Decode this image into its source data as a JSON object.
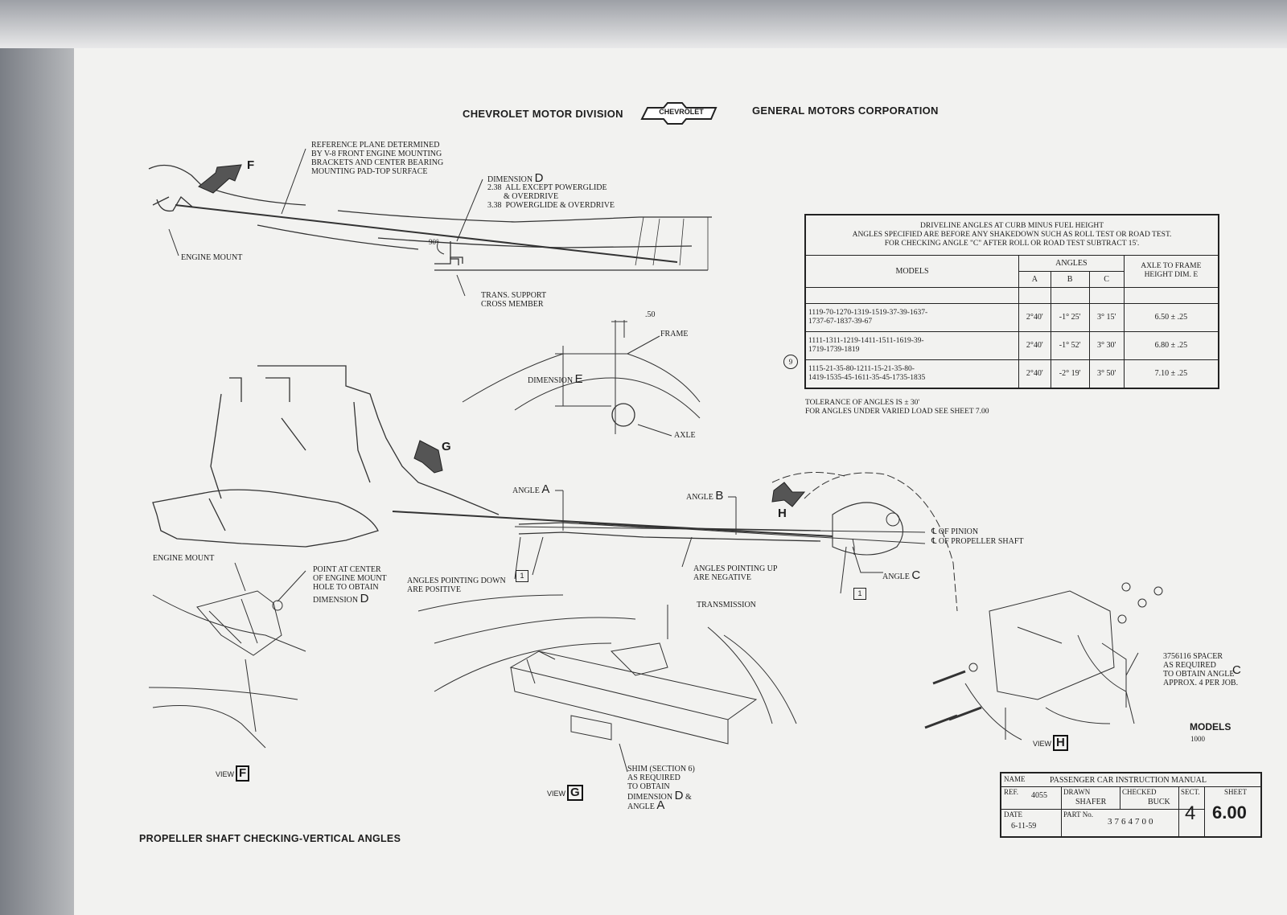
{
  "header": {
    "division": "CHEVROLET MOTOR DIVISION",
    "logo_text": "CHEVROLET",
    "corporation": "GENERAL MOTORS CORPORATION"
  },
  "labels": {
    "ref_plane": "REFERENCE PLANE DETERMINED\nBY V-8 FRONT ENGINE MOUNTING\nBRACKETS AND CENTER BEARING\nMOUNTING PAD-TOP SURFACE",
    "view_f_letter": "F",
    "dimension_d_label": "DIMENSION",
    "dimension_d_letter": "D",
    "dimension_d_values": "2.38  ALL EXCEPT POWERGLIDE\n        & OVERDRIVE\n3.38  POWERGLIDE & OVERDRIVE",
    "engine_mount_top": "ENGINE MOUNT",
    "ninety": "90°",
    "trans_support": "TRANS. SUPPORT\nCROSS MEMBER",
    "frame_dim": ".50",
    "frame": "FRAME",
    "dimension_e_label": "DIMENSION",
    "dimension_e_letter": "E",
    "axle": "AXLE",
    "view_g_letter": "G",
    "angle_a_label": "ANGLE",
    "angle_a_letter": "A",
    "angle_b_label": "ANGLE",
    "angle_b_letter": "B",
    "view_h_letter": "H",
    "cl_pinion": "℄ OF PINION",
    "cl_shaft": "℄ OF PROPELLER SHAFT",
    "angle_c_label": "ANGLE",
    "angle_c_letter": "C",
    "engine_mount_mid": "ENGINE MOUNT",
    "point_center": "POINT AT CENTER\nOF ENGINE MOUNT\nHOLE TO OBTAIN",
    "point_center_dim": "DIMENSION",
    "point_center_letter": "D",
    "pointing_down": "ANGLES POINTING DOWN\nARE POSITIVE",
    "pointing_up": "ANGLES POINTING UP\nARE NEGATIVE",
    "ref_one_a": "1",
    "ref_one_c": "1",
    "transmission": "TRANSMISSION",
    "spacer": "3756116 SPACER\nAS REQUIRED\nTO OBTAIN ANGLE",
    "spacer_letter": "C",
    "spacer_tail": "APPROX. 4 PER JOB.",
    "models_title": "MODELS",
    "models_value": "1000",
    "shim": "SHIM (SECTION 6)\nAS REQUIRED\nTO OBTAIN",
    "shim_dim": "DIMENSION",
    "shim_d": "D",
    "shim_amp": "&",
    "shim_angle": "ANGLE",
    "shim_a": "A",
    "view_word": "VIEW",
    "view_f": "F",
    "view_g": "G",
    "view_h": "H",
    "footer_title": "PROPELLER SHAFT CHECKING-VERTICAL ANGLES",
    "tolerance": "TOLERANCE OF ANGLES IS ± 30'\nFOR ANGLES UNDER VARIED LOAD SEE SHEET 7.00",
    "row_marker": "9"
  },
  "angles_table": {
    "title": "DRIVELINE ANGLES AT CURB MINUS FUEL HEIGHT\nANGLES SPECIFIED ARE BEFORE ANY SHAKEDOWN SUCH AS ROLL TEST OR ROAD TEST.\nFOR CHECKING ANGLE \"C\" AFTER ROLL OR ROAD TEST SUBTRACT 15'.",
    "col_models": "MODELS",
    "col_angles": "ANGLES",
    "col_a": "A",
    "col_b": "B",
    "col_c": "C",
    "col_axle": "AXLE TO FRAME\nHEIGHT DIM. E",
    "rows": [
      {
        "models": "1119-70-1270-1319-1519-37-39-1637-\n1737-67-1837-39-67",
        "a": "2°40'",
        "b": "-1° 25'",
        "c": "3° 15'",
        "e": "6.50 ± .25"
      },
      {
        "models": "1111-1311-1219-1411-1511-1619-39-\n1719-1739-1819",
        "a": "2°40'",
        "b": "-1° 52'",
        "c": "3° 30'",
        "e": "6.80 ± .25"
      },
      {
        "models": "1115-21-35-80-1211-15-21-35-80-\n1419-1535-45-1611-35-45-1735-1835",
        "a": "2°40'",
        "b": "-2° 19'",
        "c": "3° 50'",
        "e": "7.10 ± .25"
      }
    ]
  },
  "title_block": {
    "name_label": "NAME",
    "name_value": "PASSENGER CAR INSTRUCTION MANUAL",
    "ref_label": "REF.",
    "ref_value": "4055",
    "drawn_label": "DRAWN",
    "drawn_value": "SHAFER",
    "checked_label": "CHECKED",
    "checked_value": "BUCK",
    "sect_label": "SECT.",
    "sect_value": "4",
    "sheet_label": "SHEET",
    "sheet_value": "6.00",
    "date_label": "DATE",
    "date_value": "6-11-59",
    "part_label": "PART No.",
    "part_value": "3764700"
  }
}
